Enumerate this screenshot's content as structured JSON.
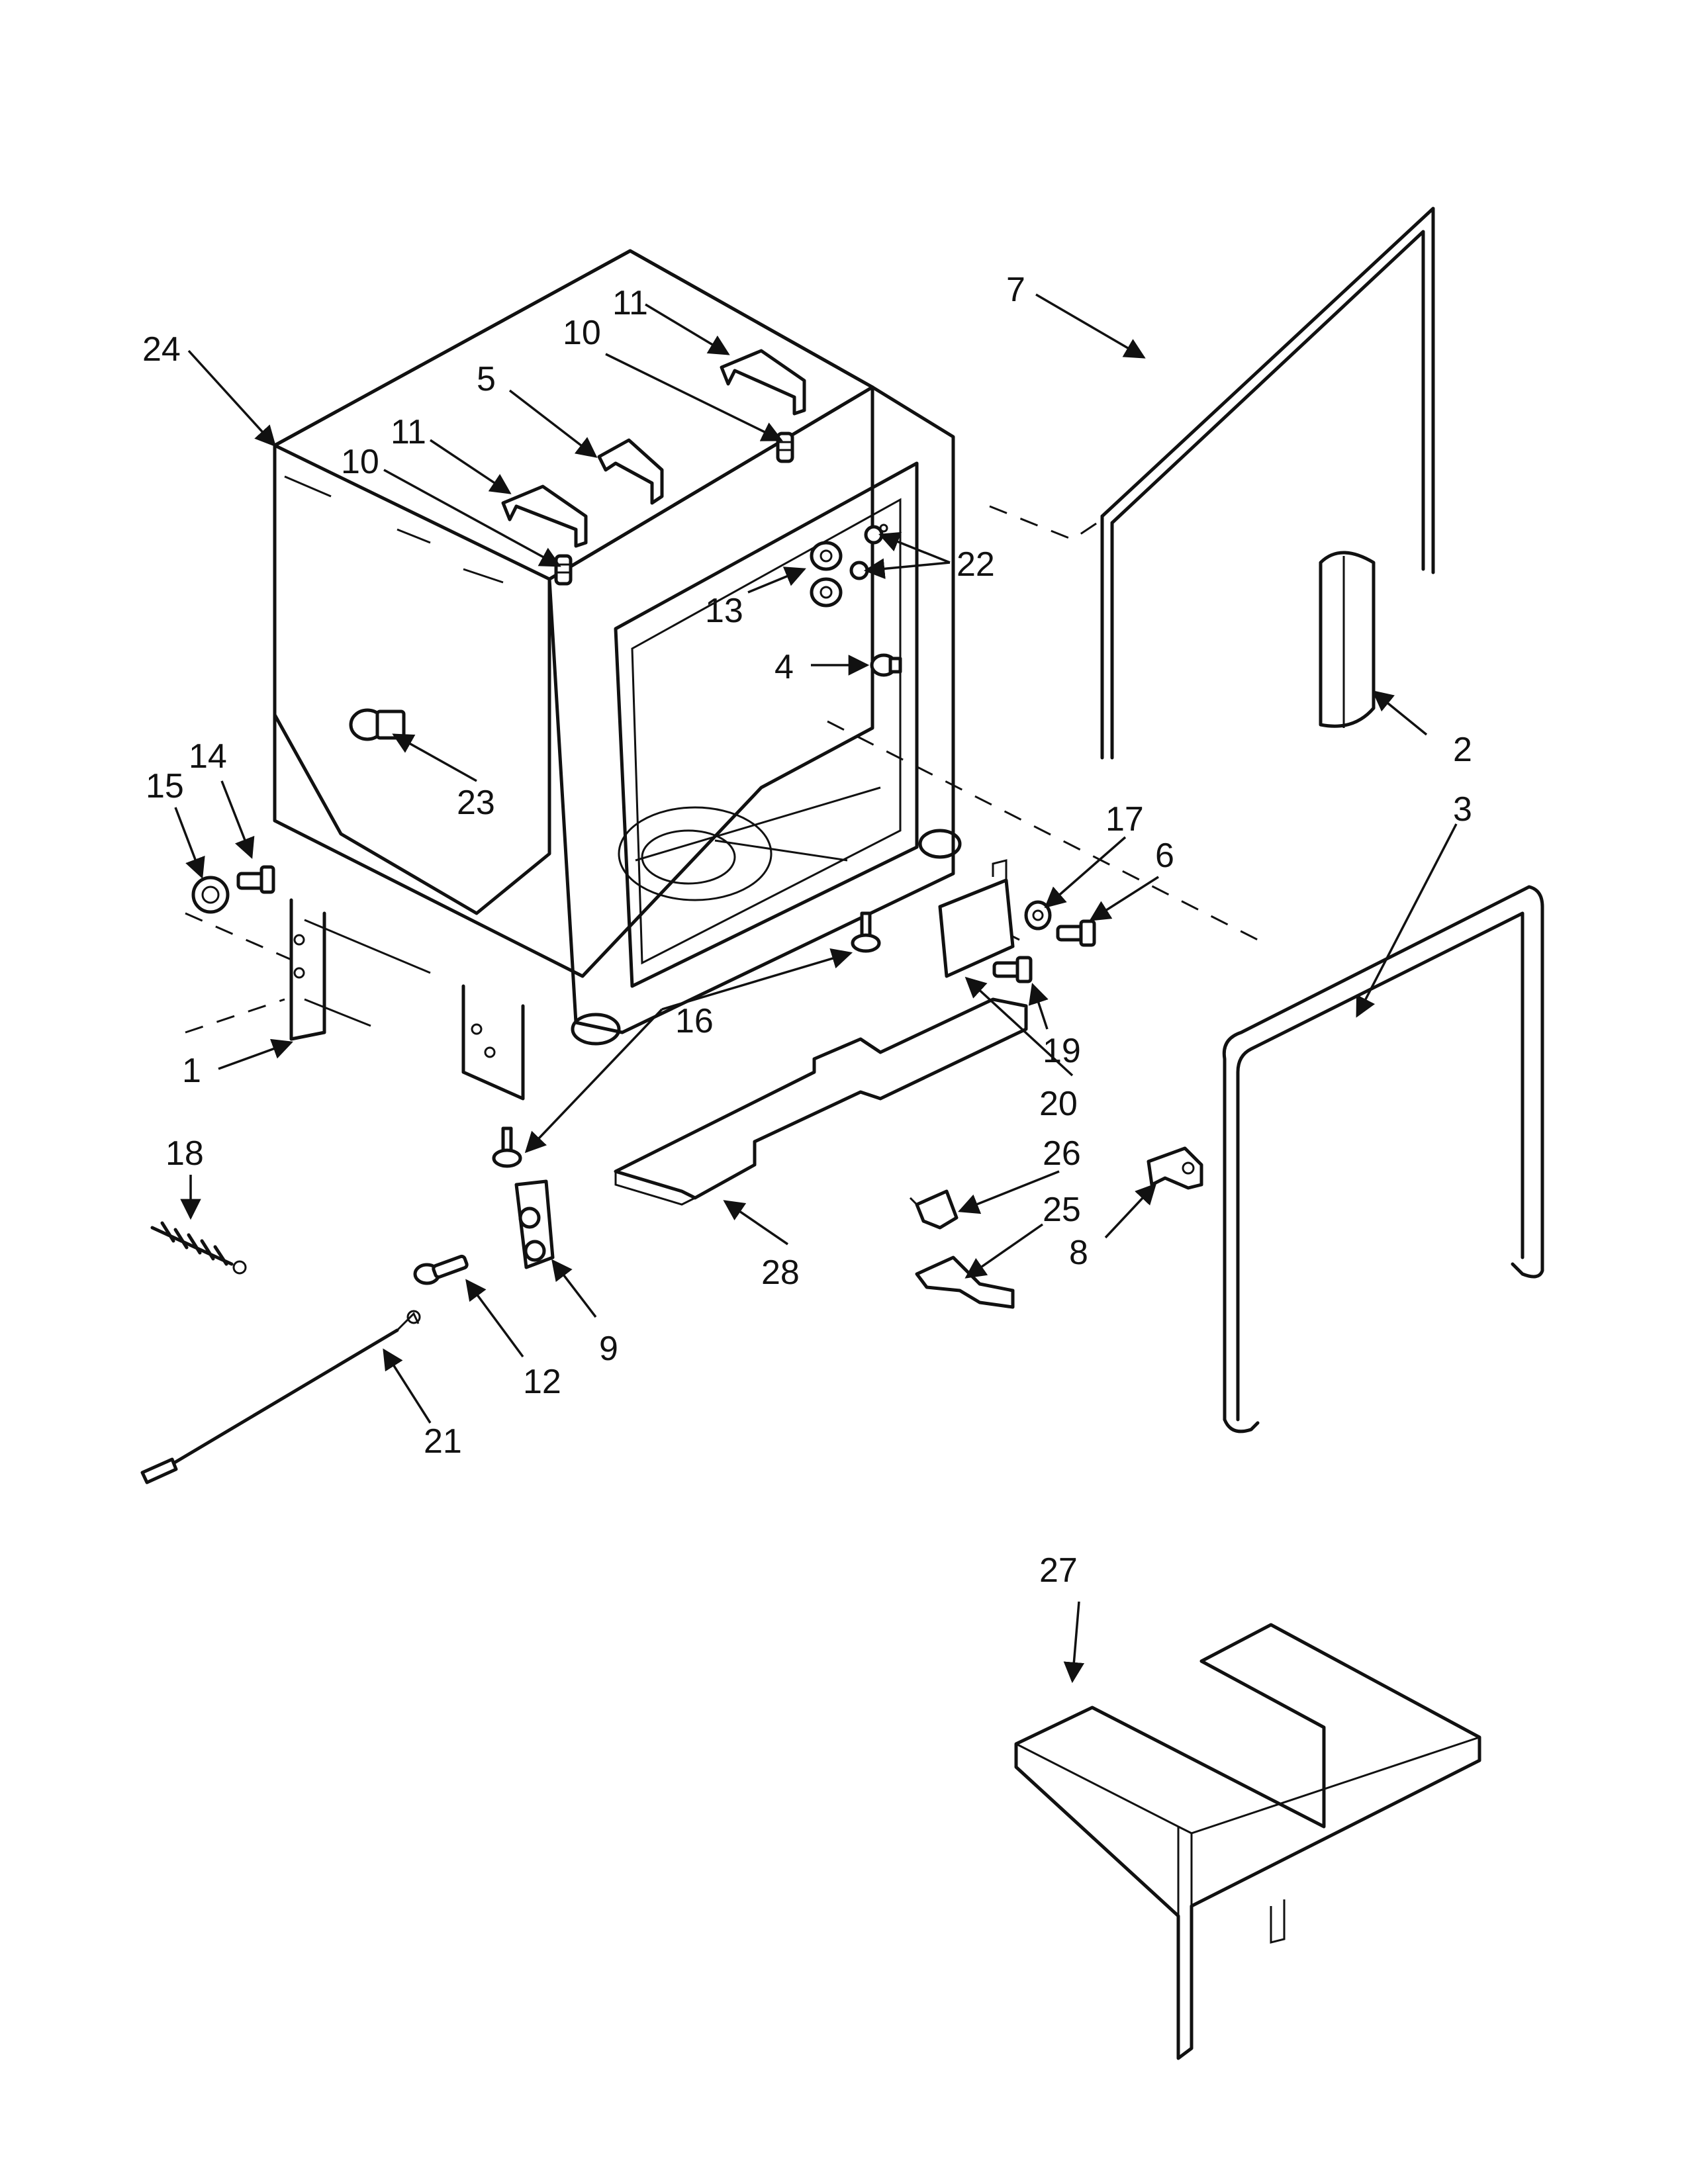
{
  "callouts": [
    {
      "id": "1",
      "text": "1"
    },
    {
      "id": "2",
      "text": "2"
    },
    {
      "id": "3",
      "text": "3"
    },
    {
      "id": "4",
      "text": "4"
    },
    {
      "id": "5",
      "text": "5"
    },
    {
      "id": "6",
      "text": "6"
    },
    {
      "id": "7",
      "text": "7"
    },
    {
      "id": "8",
      "text": "8"
    },
    {
      "id": "9",
      "text": "9"
    },
    {
      "id": "10a",
      "text": "10"
    },
    {
      "id": "10b",
      "text": "10"
    },
    {
      "id": "11a",
      "text": "11"
    },
    {
      "id": "11b",
      "text": "11"
    },
    {
      "id": "12",
      "text": "12"
    },
    {
      "id": "13",
      "text": "13"
    },
    {
      "id": "14",
      "text": "14"
    },
    {
      "id": "15",
      "text": "15"
    },
    {
      "id": "16",
      "text": "16"
    },
    {
      "id": "17",
      "text": "17"
    },
    {
      "id": "18",
      "text": "18"
    },
    {
      "id": "19",
      "text": "19"
    },
    {
      "id": "20",
      "text": "20"
    },
    {
      "id": "21",
      "text": "21"
    },
    {
      "id": "22",
      "text": "22"
    },
    {
      "id": "23",
      "text": "23"
    },
    {
      "id": "24",
      "text": "24"
    },
    {
      "id": "25",
      "text": "25"
    },
    {
      "id": "26",
      "text": "26"
    },
    {
      "id": "27",
      "text": "27"
    },
    {
      "id": "28",
      "text": "28"
    }
  ]
}
